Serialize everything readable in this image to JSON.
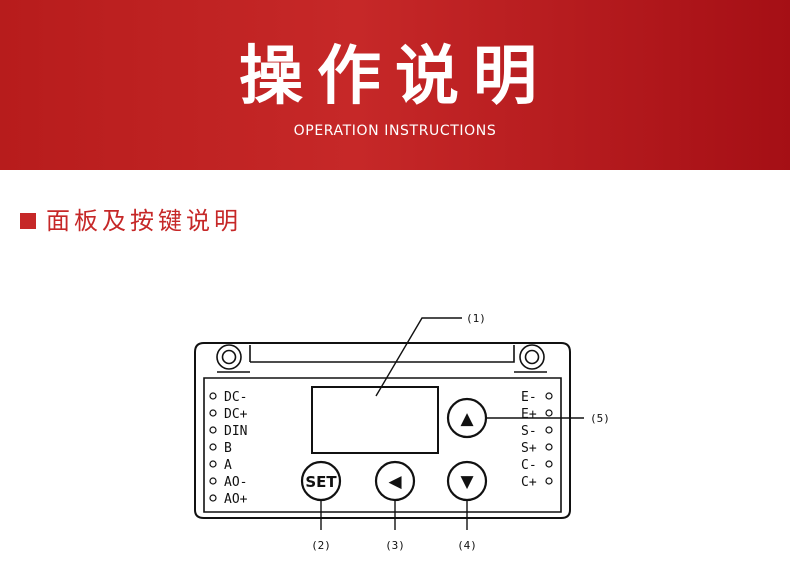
{
  "banner": {
    "title": "操作说明",
    "subtitle": "OPERATION INSTRUCTIONS"
  },
  "section": {
    "title": "面板及按键说明"
  },
  "panel": {
    "left_pins": [
      "DC-",
      "DC+",
      "DIN",
      "B",
      "A",
      "AO-",
      "AO+"
    ],
    "right_pins": [
      "E-",
      "E+",
      "S-",
      "S+",
      "C-",
      "C+"
    ],
    "buttons": {
      "set": "SET",
      "up": "▲",
      "left": "◀",
      "down": "▼"
    },
    "callouts": {
      "display": "(1)",
      "set": "(2)",
      "left": "(3)",
      "down": "(4)",
      "up": "(5)"
    }
  },
  "colors": {
    "banner": "#b71c1c",
    "accent": "#c62828",
    "line": "#111111"
  }
}
